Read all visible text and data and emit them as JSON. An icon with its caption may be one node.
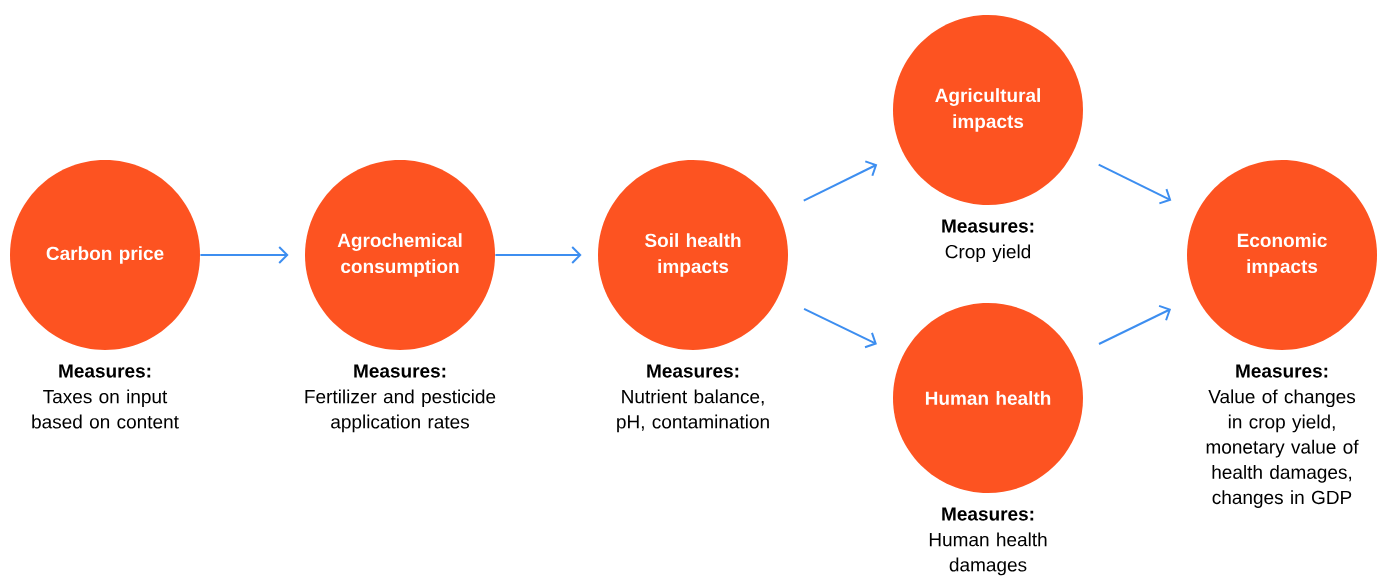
{
  "diagram": {
    "nodes": [
      {
        "text": [
          "Carbon price"
        ],
        "beside": [
          "Measures:",
          "Taxes on input based on content"
        ]
      },
      {
        "text": [
          "Agrochemical consumption"
        ],
        "beside": [
          "Measures:",
          "Fertilizer and pesticide application rates"
        ]
      },
      {
        "text": [
          "Soil health impacts"
        ],
        "beside": [
          "Measures:",
          "Nutrient balance, pH, contamination"
        ]
      },
      {
        "text": [
          "Agricultural impacts"
        ],
        "beside": [
          "Measures:",
          "Crop yield"
        ]
      },
      {
        "text": [
          "Human health"
        ],
        "beside": [
          "Measures:",
          "Human health damages"
        ]
      },
      {
        "text": [
          "Economic impacts"
        ],
        "beside": [
          "Measures:",
          "Value of changes in crop yield, monetary value of health damages, changes in GDP"
        ]
      }
    ],
    "edges": [
      {
        "from": 0,
        "to": 1,
        "arrow": "to"
      },
      {
        "from": 1,
        "to": 2,
        "arrow": "to"
      },
      {
        "from": 2,
        "to": 3,
        "arrow": "to"
      },
      {
        "from": 2,
        "to": 4,
        "arrow": "to"
      },
      {
        "from": 3,
        "to": 5,
        "arrow": "to"
      },
      {
        "from": 4,
        "to": 5,
        "arrow": "to"
      }
    ]
  }
}
